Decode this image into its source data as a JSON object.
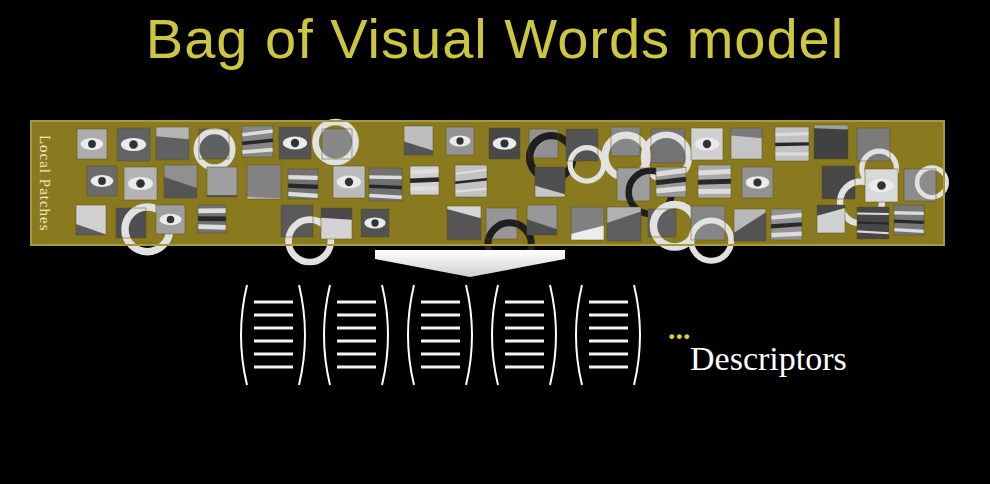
{
  "diagram": {
    "title": "Bag of Visual Words model",
    "nodes": [
      {
        "text": [
          "Local Patches"
        ]
      }
    ],
    "labels": [
      "...",
      "Descriptors"
    ]
  }
}
